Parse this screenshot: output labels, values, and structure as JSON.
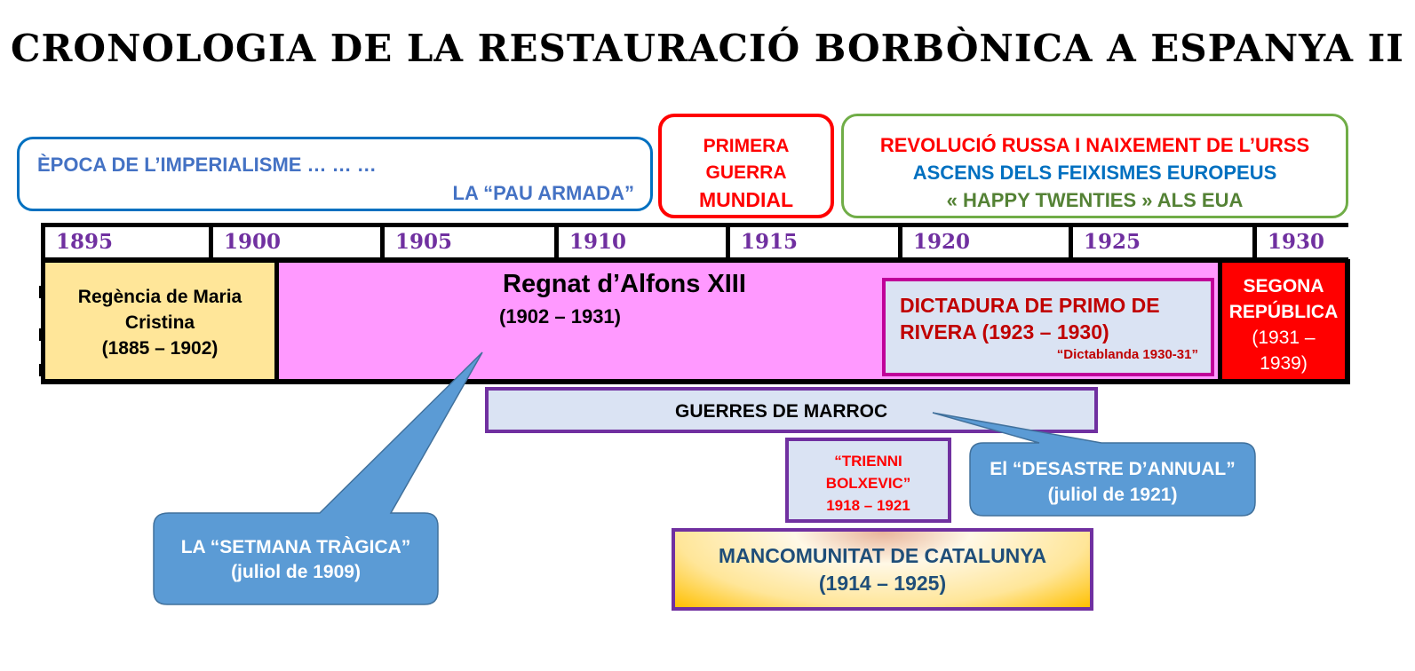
{
  "title": "CRONOLOGIA DE LA RESTAURACIÓ BORBÒNICA A ESPANYA II",
  "context": {
    "imperialism": {
      "line1": "ÈPOCA DE L’IMPERIALISME … … …",
      "line2": "LA  “PAU ARMADA”"
    },
    "ww1": {
      "line1": "PRIMERA",
      "line2": "GUERRA",
      "line3": "MUNDIAL"
    },
    "interwar": {
      "line1": "REVOLUCIÓ RUSSA I NAIXEMENT DE L’URSS",
      "line2": "ASCENS DELS FEIXISMES EUROPEUS",
      "line3": "« HAPPY TWENTIES » ALS EUA"
    }
  },
  "years": [
    "1895",
    "1900",
    "1905",
    "1910",
    "1915",
    "1920",
    "1925",
    "1930"
  ],
  "periods": {
    "regencia": {
      "name": "Regència de Maria Cristina",
      "dates": "(1885 – 1902)"
    },
    "alfons": {
      "name": "Regnat d’Alfons XIII",
      "dates": "(1902 – 1931)"
    },
    "dictadura": {
      "name": "DICTADURA DE PRIMO DE RIVERA (1923 – 1930)",
      "note": "“Dictablanda 1930-31”"
    },
    "republica": {
      "name": "SEGONA REPÚBLICA",
      "dates": "(1931 – 1939)"
    }
  },
  "events": {
    "marroc": "GUERRES DE MARROC",
    "trienni": {
      "line1": "“TRIENNI",
      "line2": "BOLXEVIC”",
      "line3": "1918 – 1921"
    },
    "annual": {
      "line1": "El “DESASTRE D’ANNUAL”",
      "line2": "(juliol de 1921)"
    },
    "setmana": {
      "line1": "LA “SETMANA TRÀGICA”",
      "line2": "(juliol de 1909)"
    },
    "mancomunitat": {
      "line1": "MANCOMUNITAT DE CATALUNYA",
      "line2": "(1914 – 1925)"
    }
  },
  "colors": {
    "purple": "#7030a0",
    "regencia": "#ffe699",
    "alfons": "#ff99ff",
    "republica": "#ff0000",
    "callout": "#5b9bd5",
    "light": "#dae3f3"
  }
}
